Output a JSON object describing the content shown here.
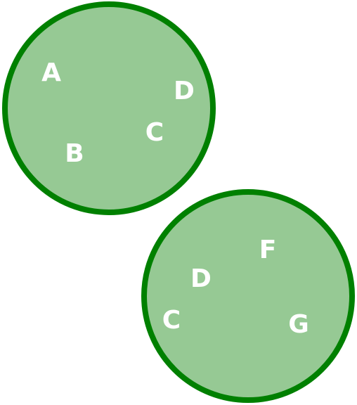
{
  "colors": {
    "circle_fill": "#96c994",
    "circle_stroke": "#008000",
    "label_color": "#ffffff",
    "background": "#ffffff"
  },
  "sets": [
    {
      "elements": [
        {
          "label": "A"
        },
        {
          "label": "D"
        },
        {
          "label": "C"
        },
        {
          "label": "B"
        }
      ]
    },
    {
      "elements": [
        {
          "label": "F"
        },
        {
          "label": "D"
        },
        {
          "label": "C"
        },
        {
          "label": "G"
        }
      ]
    }
  ]
}
